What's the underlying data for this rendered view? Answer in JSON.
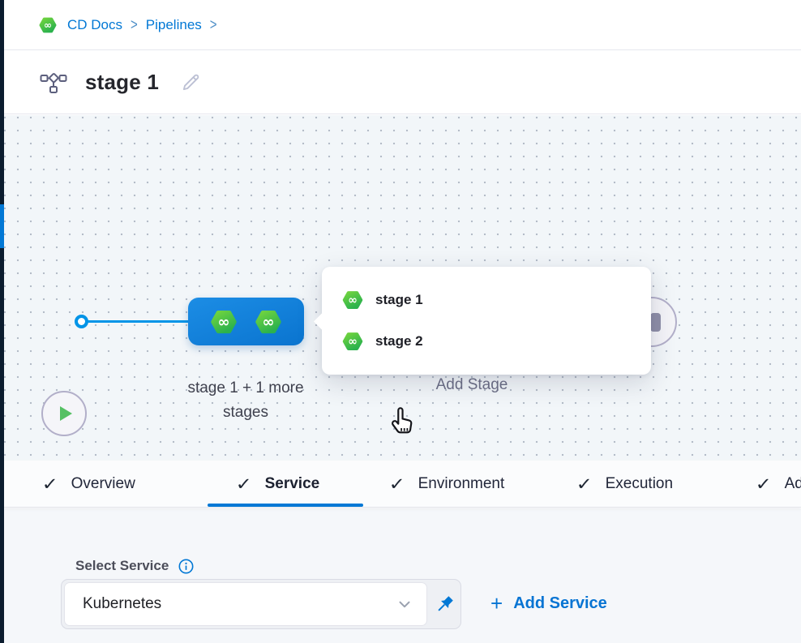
{
  "colors": {
    "accent_blue": "#0278d5",
    "connector_blue": "#0094e7",
    "node_blue": "#0a74cf",
    "harness_green": "#42c74f",
    "rail_navy": "#0b1c2e",
    "canvas_bg": "#f2f6f9"
  },
  "breadcrumb": {
    "logo_icon": "harness-logo-icon",
    "items": [
      {
        "label": "CD Docs"
      },
      {
        "label": "Pipelines"
      }
    ],
    "separator": ">"
  },
  "header": {
    "title": "stage 1",
    "icon": "pipeline-icon",
    "edit_icon": "pencil-icon"
  },
  "canvas": {
    "start_node_icon": "play-icon",
    "stage_group": {
      "label_line1": "stage 1 + 1 more",
      "label_line2": "stages",
      "icons": [
        "harness-stage-icon",
        "harness-stage-icon"
      ]
    },
    "add_stage_label": "Add Stage",
    "end_node_icon": "stop-icon",
    "popup": {
      "items": [
        {
          "label": "stage 1"
        },
        {
          "label": "stage 2"
        }
      ],
      "cursor": "hand-pointer-cursor"
    }
  },
  "tabs": {
    "items": [
      {
        "label": "Overview",
        "checked": true,
        "active": false
      },
      {
        "label": "Service",
        "checked": true,
        "active": true
      },
      {
        "label": "Environment",
        "checked": true,
        "active": false
      },
      {
        "label": "Execution",
        "checked": true,
        "active": false
      },
      {
        "label": "Advanced",
        "checked": true,
        "active": false,
        "clipped": true
      }
    ],
    "check_glyph": "✓"
  },
  "service_panel": {
    "label": "Select Service",
    "info_icon": "info-icon",
    "select_value": "Kubernetes",
    "chevron_icon": "chevron-down-icon",
    "pin_icon": "pin-icon",
    "add_service": {
      "plus": "+",
      "label": "Add Service"
    }
  }
}
